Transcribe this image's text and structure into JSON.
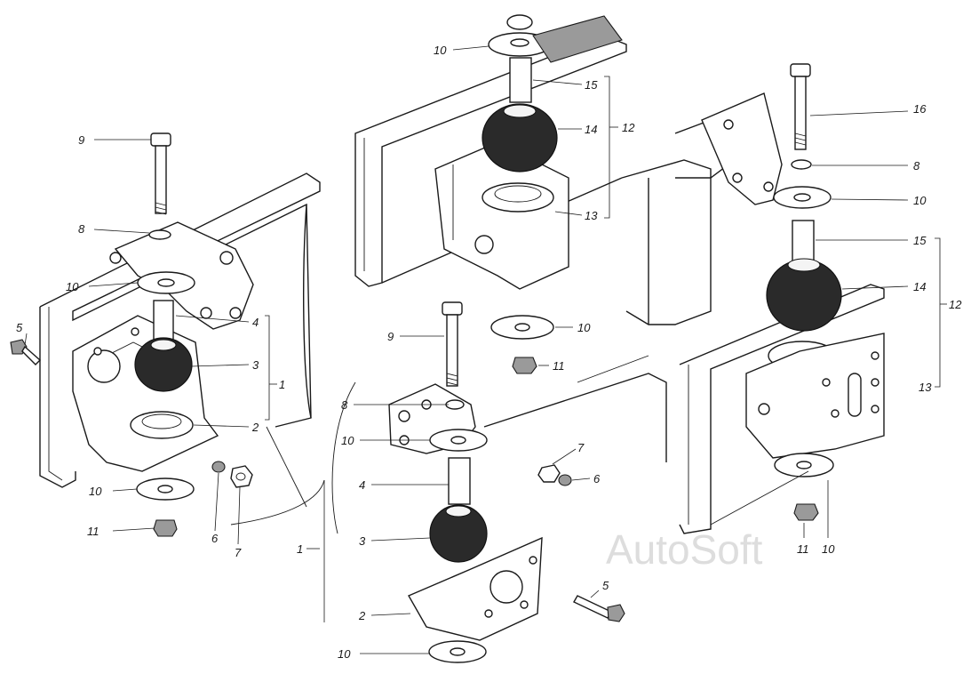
{
  "watermark": "AutoSoft",
  "labels": [
    {
      "id": "l9a",
      "text": "9"
    },
    {
      "id": "l8a",
      "text": "8"
    },
    {
      "id": "l10a",
      "text": "10"
    },
    {
      "id": "l5a",
      "text": "5"
    },
    {
      "id": "l4a",
      "text": "4"
    },
    {
      "id": "l3a",
      "text": "3"
    },
    {
      "id": "l1a",
      "text": "1"
    },
    {
      "id": "l2a",
      "text": "2"
    },
    {
      "id": "l10b",
      "text": "10"
    },
    {
      "id": "l11a",
      "text": "11"
    },
    {
      "id": "l6a",
      "text": "6"
    },
    {
      "id": "l7a",
      "text": "7"
    },
    {
      "id": "l1b",
      "text": "1"
    },
    {
      "id": "l10c",
      "text": "10"
    },
    {
      "id": "l15a",
      "text": "15"
    },
    {
      "id": "l14a",
      "text": "14"
    },
    {
      "id": "l12a",
      "text": "12"
    },
    {
      "id": "l13a",
      "text": "13"
    },
    {
      "id": "l10d",
      "text": "10"
    },
    {
      "id": "l11b",
      "text": "11"
    },
    {
      "id": "l9b",
      "text": "9"
    },
    {
      "id": "l8b",
      "text": "8"
    },
    {
      "id": "l10e",
      "text": "10"
    },
    {
      "id": "l4b",
      "text": "4"
    },
    {
      "id": "l3b",
      "text": "3"
    },
    {
      "id": "l2b",
      "text": "2"
    },
    {
      "id": "l10f",
      "text": "10"
    },
    {
      "id": "l7b",
      "text": "7"
    },
    {
      "id": "l6b",
      "text": "6"
    },
    {
      "id": "l5b",
      "text": "5"
    },
    {
      "id": "l16a",
      "text": "16"
    },
    {
      "id": "l8c",
      "text": "8"
    },
    {
      "id": "l10g",
      "text": "10"
    },
    {
      "id": "l15b",
      "text": "15"
    },
    {
      "id": "l14b",
      "text": "14"
    },
    {
      "id": "l12b",
      "text": "12"
    },
    {
      "id": "l13b",
      "text": "13"
    },
    {
      "id": "l11c",
      "text": "11"
    },
    {
      "id": "l10h",
      "text": "10"
    }
  ]
}
